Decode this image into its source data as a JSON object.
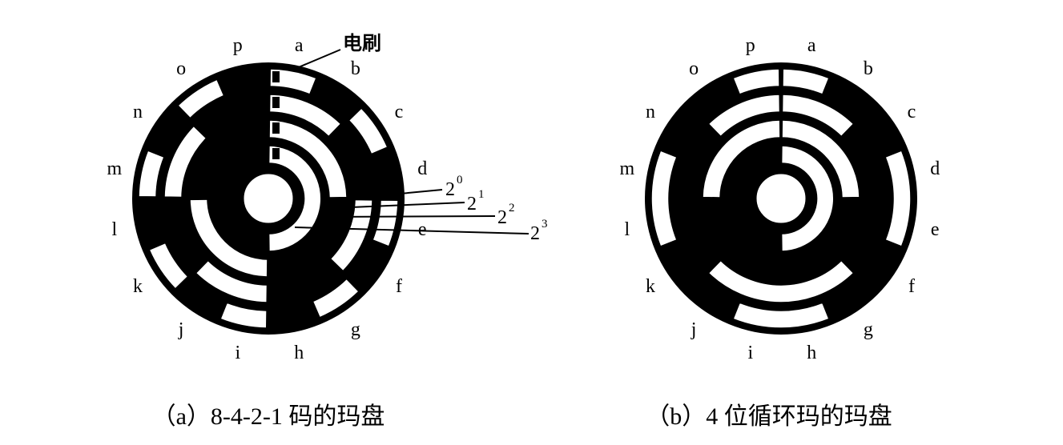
{
  "disk_a": {
    "caption": "（a）8-4-2-1 码的玛盘",
    "brush_label": "电刷",
    "sector_labels": [
      "a",
      "b",
      "c",
      "d",
      "e",
      "f",
      "g",
      "h",
      "i",
      "j",
      "k",
      "l",
      "m",
      "n",
      "o",
      "p"
    ],
    "bit_labels": [
      {
        "base": "2",
        "exp": "0"
      },
      {
        "base": "2",
        "exp": "1"
      },
      {
        "base": "2",
        "exp": "2"
      },
      {
        "base": "2",
        "exp": "3"
      }
    ]
  },
  "disk_b": {
    "caption": "（b）4 位循环玛的玛盘",
    "sector_labels": [
      "a",
      "b",
      "c",
      "d",
      "e",
      "f",
      "g",
      "h",
      "i",
      "j",
      "k",
      "l",
      "m",
      "n",
      "o",
      "p"
    ]
  },
  "colors": {
    "ink": "#000000",
    "paper": "#ffffff"
  }
}
